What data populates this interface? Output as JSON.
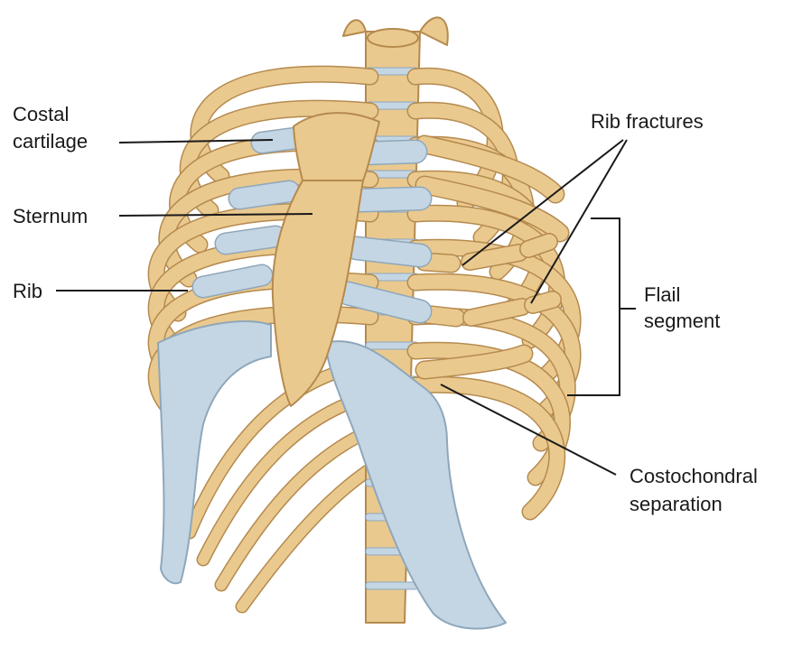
{
  "colors": {
    "bone": "#eac98f",
    "bone_outline": "#b58a4e",
    "cartilage": "#c4d6e4",
    "cartilage_outline": "#8fa7ba",
    "leader_line": "#1a1a1a",
    "background": "#ffffff"
  },
  "labels": {
    "costal_cartilage_line1": "Costal",
    "costal_cartilage_line2": "cartilage",
    "sternum": "Sternum",
    "rib": "Rib",
    "rib_fractures": "Rib fractures",
    "flail_segment_line1": "Flail",
    "flail_segment_line2": "segment",
    "costochondral_separation_line1": "Costochondral",
    "costochondral_separation_line2": "separation"
  }
}
